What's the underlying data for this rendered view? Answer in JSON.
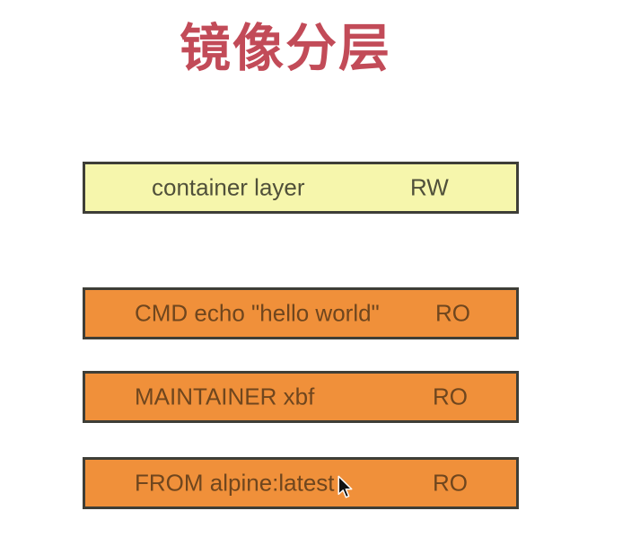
{
  "title": {
    "text": "镜像分层",
    "color": "#c24b58"
  },
  "layers": [
    {
      "label": "container layer",
      "mode": "RW",
      "kind": "writable",
      "fill": "#f6f6ac"
    },
    {
      "label": "CMD echo \"hello world\"",
      "mode": "RO",
      "kind": "read-only",
      "fill": "#f0903a"
    },
    {
      "label": "MAINTAINER xbf",
      "mode": "RO",
      "kind": "read-only",
      "fill": "#f0903a"
    },
    {
      "label": "FROM alpine:latest",
      "mode": "RO",
      "kind": "read-only",
      "fill": "#f0903a"
    }
  ],
  "colors": {
    "title": "#c24b58",
    "writable_fill": "#f6f6ac",
    "readonly_fill": "#f0903a",
    "box_border": "#3e3e37",
    "writable_text": "#50503a",
    "readonly_text": "#6f461e",
    "background": "#ffffff"
  },
  "cursor": {
    "icon": "arrow-pointer"
  }
}
